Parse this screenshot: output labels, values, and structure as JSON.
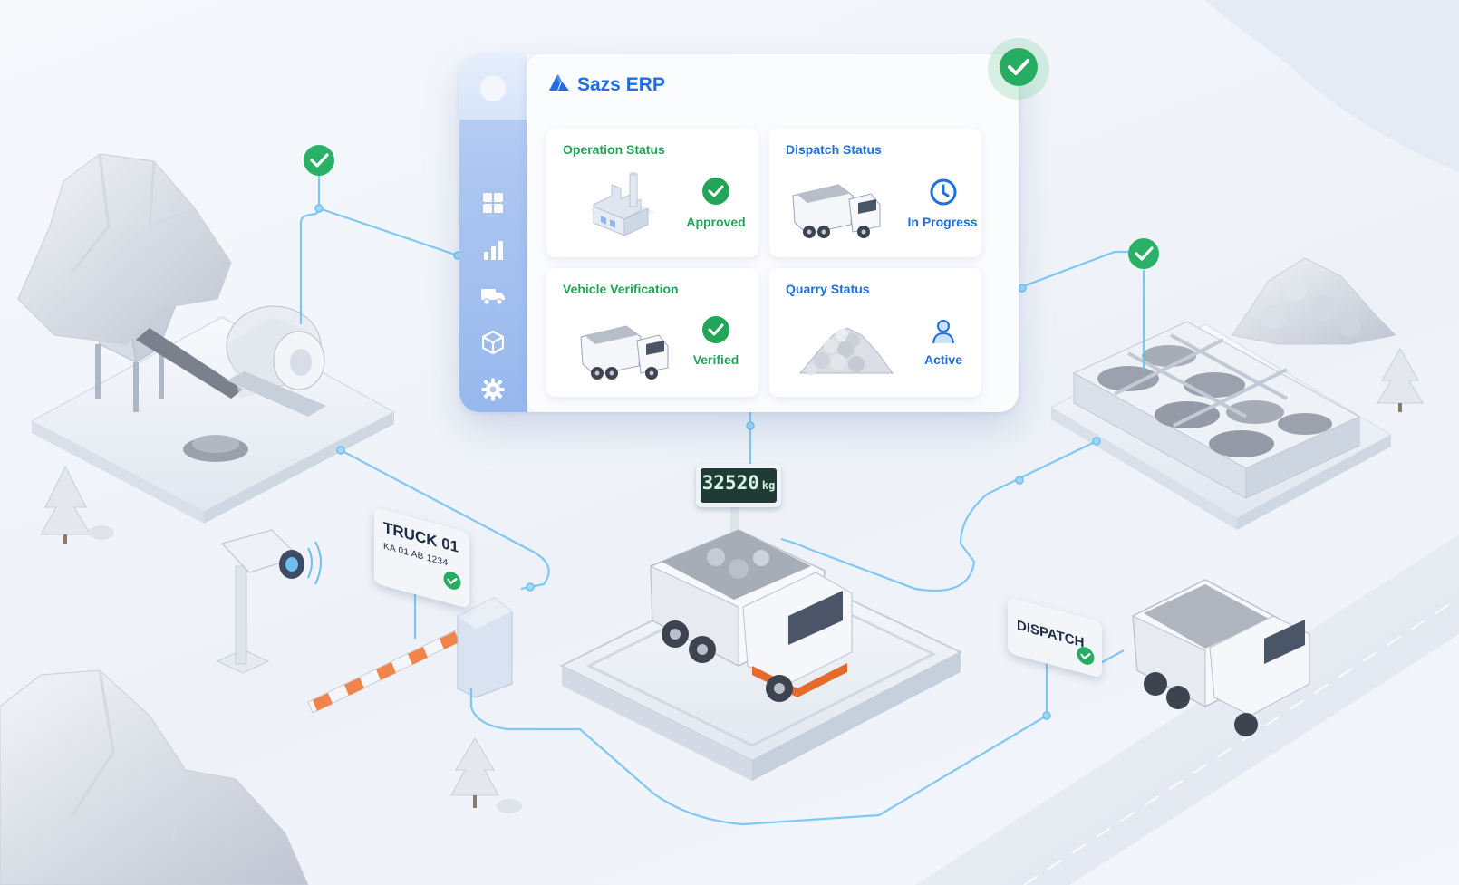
{
  "app": {
    "name": "Sazs ERP",
    "sidebar": {
      "items": [
        {
          "icon": "dashboard-icon"
        },
        {
          "icon": "bar-chart-icon"
        },
        {
          "icon": "truck-icon"
        },
        {
          "icon": "box-icon"
        },
        {
          "icon": "gear-icon"
        }
      ]
    },
    "cards": [
      {
        "title": "Operation Status",
        "status": "Approved",
        "status_icon": "check-circle-icon",
        "illustration": "factory-icon",
        "color": "#22a559"
      },
      {
        "title": "Dispatch Status",
        "status": "In Progress",
        "status_icon": "clock-icon",
        "illustration": "dump-truck-icon",
        "color": "#1f6fe0"
      },
      {
        "title": "Vehicle Verification",
        "status": "Verified",
        "status_icon": "check-circle-icon",
        "illustration": "dump-truck-icon",
        "color": "#22a559"
      },
      {
        "title": "Quarry Status",
        "status": "Active",
        "status_icon": "user-icon",
        "illustration": "rock-pile-icon",
        "color": "#1f6fe0"
      }
    ]
  },
  "scene": {
    "weighbridge": {
      "value": "32520",
      "unit": "kg"
    },
    "gate_sign": {
      "title": "TRUCK 01",
      "plate": "KA 01 AB 1234"
    },
    "dispatch_sign": {
      "label": "DISPATCH"
    }
  },
  "colors": {
    "accent_blue": "#1f6fe0",
    "success_green": "#22a559",
    "connector_blue": "#6cc0f2"
  }
}
